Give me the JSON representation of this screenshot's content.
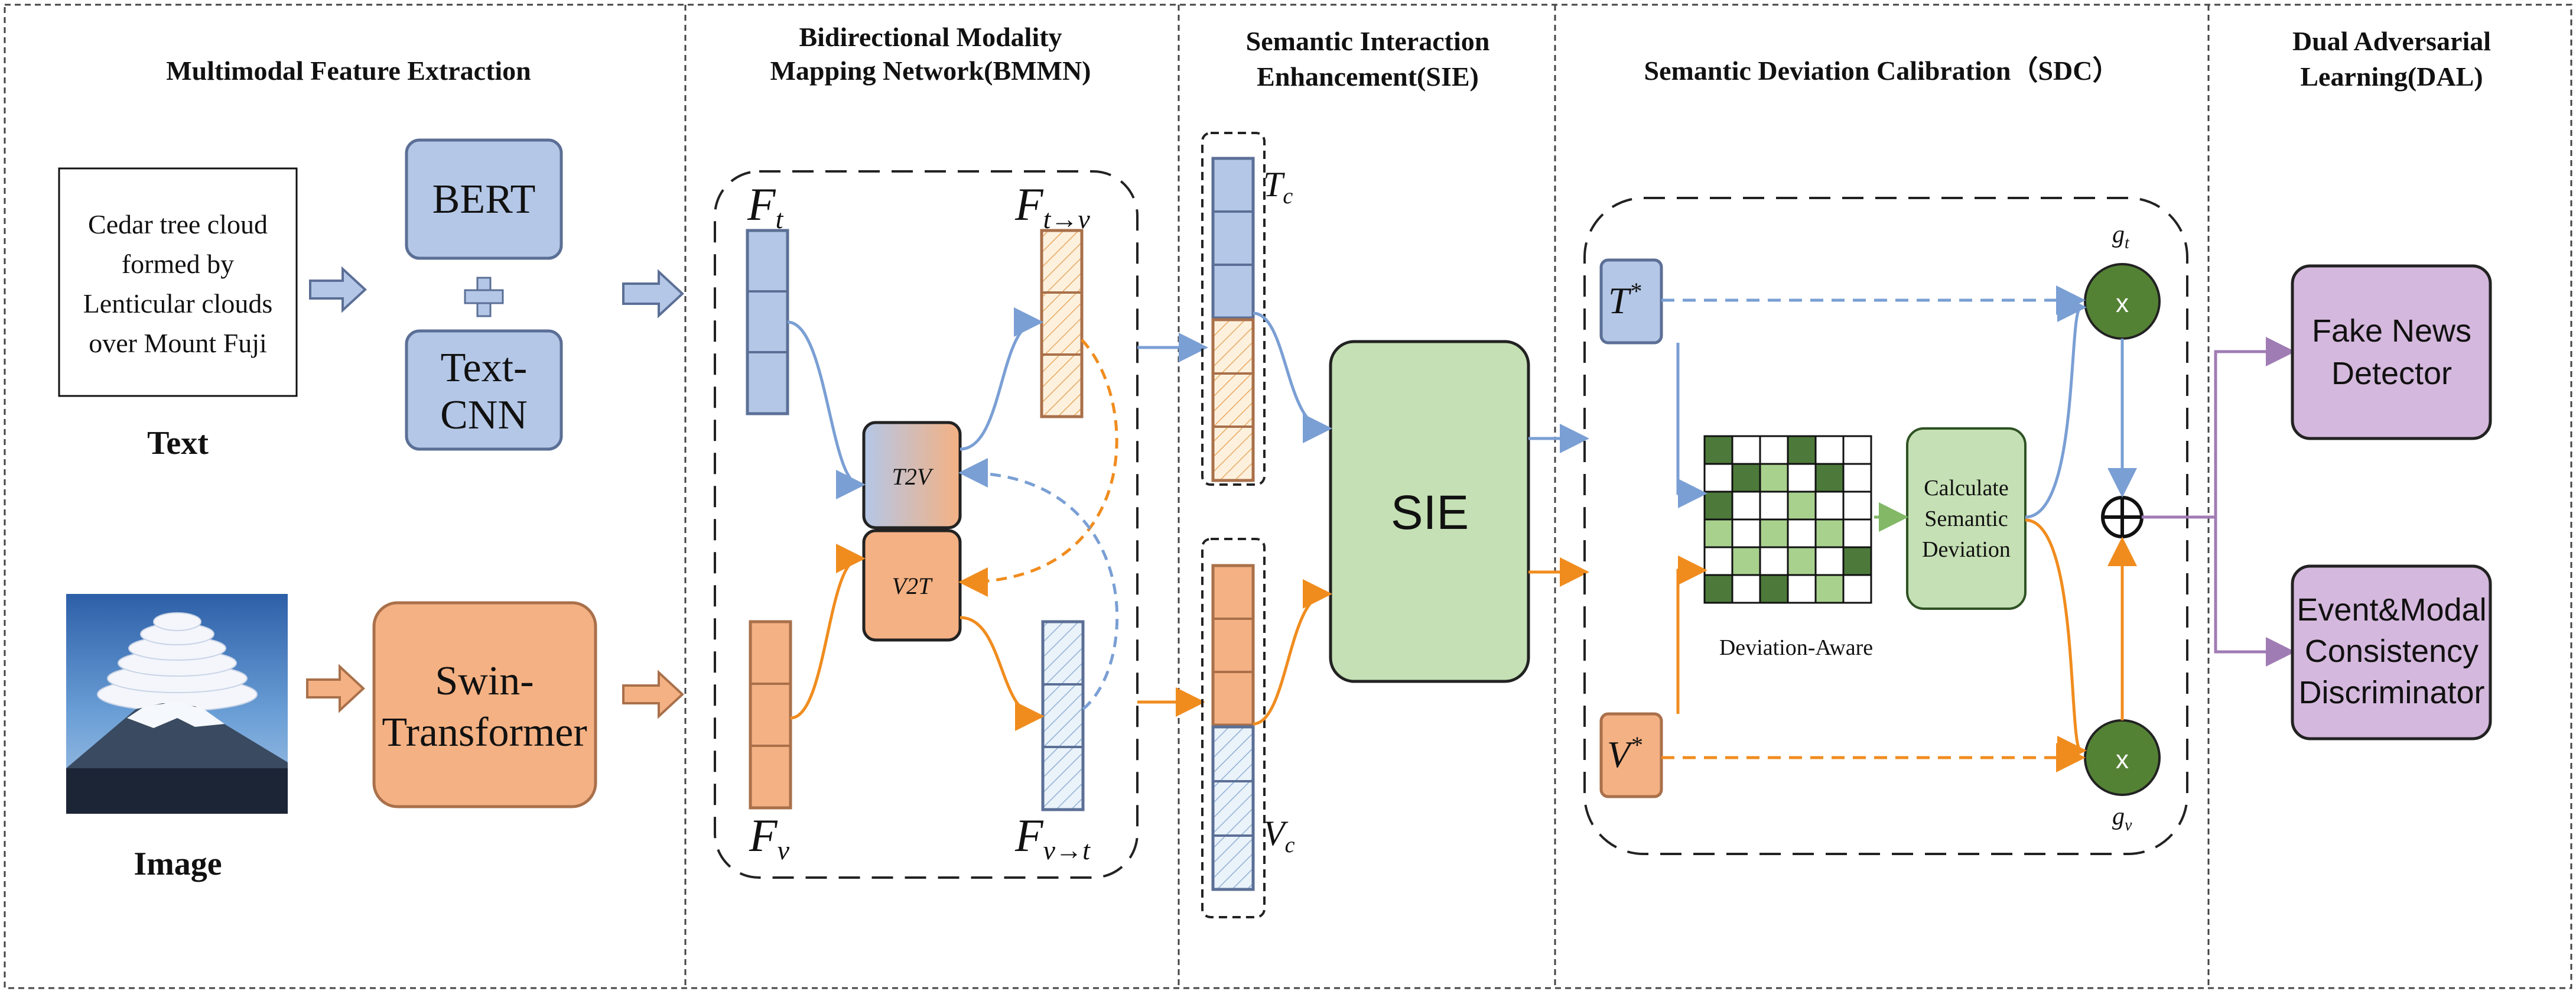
{
  "sections": {
    "extraction_title": "Multimodal Feature Extraction",
    "bmmn_title_line1": "Bidirectional Modality",
    "bmmn_title_line2": "Mapping Network(BMMN)",
    "sie_title_line1": "Semantic Interaction",
    "sie_title_line2": "Enhancement(SIE)",
    "sdc_title": "Semantic Deviation Calibration（SDC）",
    "dal_title_line1": "Dual Adversarial",
    "dal_title_line2": "Learning(DAL)"
  },
  "extraction": {
    "text_sample": [
      "Cedar tree cloud",
      "formed by",
      "Lenticular clouds",
      "over Mount Fuji"
    ],
    "text_label": "Text",
    "image_label": "Image",
    "bert_label": "BERT",
    "plus_symbol": "+",
    "textcnn_line1": "Text-",
    "textcnn_line2": "CNN",
    "swin_line1": "Swin-",
    "swin_line2": "Transformer"
  },
  "bmmn": {
    "ft_label": "F",
    "ft_sub": "t",
    "ftv_label": "F",
    "ftv_sub": "t→v",
    "fv_label": "F",
    "fv_sub": "v",
    "fvt_label": "F",
    "fvt_sub": "v→t",
    "t2v_label": "T2V",
    "v2t_label": "V2T"
  },
  "sie": {
    "tc_label": "T",
    "tc_sub": "c",
    "vc_label": "V",
    "vc_sub": "c",
    "block_label": "SIE"
  },
  "sdc": {
    "tstar_label": "T",
    "vstar_label": "V",
    "star": "*",
    "gt_label": "g",
    "gt_sub": "t",
    "gv_label": "g",
    "gv_sub": "v",
    "mult_symbol": "x",
    "deviation_aware_label": "Deviation-Aware",
    "calc_line1": "Calculate",
    "calc_line2": "Semantic",
    "calc_line3": "Deviation",
    "matrix": [
      [
        2,
        0,
        0,
        2,
        0,
        0
      ],
      [
        0,
        2,
        1,
        0,
        2,
        0
      ],
      [
        2,
        0,
        0,
        1,
        0,
        0
      ],
      [
        1,
        0,
        1,
        0,
        1,
        0
      ],
      [
        0,
        1,
        0,
        1,
        0,
        2
      ],
      [
        2,
        0,
        2,
        0,
        1,
        0
      ]
    ]
  },
  "dal": {
    "detector_line1": "Fake News",
    "detector_line2": "Detector",
    "disc_line1": "Event&Modal",
    "disc_line2": "Consistency",
    "disc_line3": "Discriminator"
  },
  "colors": {
    "blue": "#b4c7e7",
    "blue_edge": "#5b6f96",
    "orange": "#f4b183",
    "orange_edge": "#a9704a",
    "green_light": "#c5e0b4",
    "green_dark": "#548235",
    "purple": "#d5b8dd",
    "arrow_blue": "#7a9fd4",
    "arrow_orange": "#f08c1e",
    "arrow_green": "#82b866",
    "arrow_purple": "#a07cb4",
    "hatch_orange": "#fbe5c8",
    "hatch_blue": "#deebf7"
  }
}
